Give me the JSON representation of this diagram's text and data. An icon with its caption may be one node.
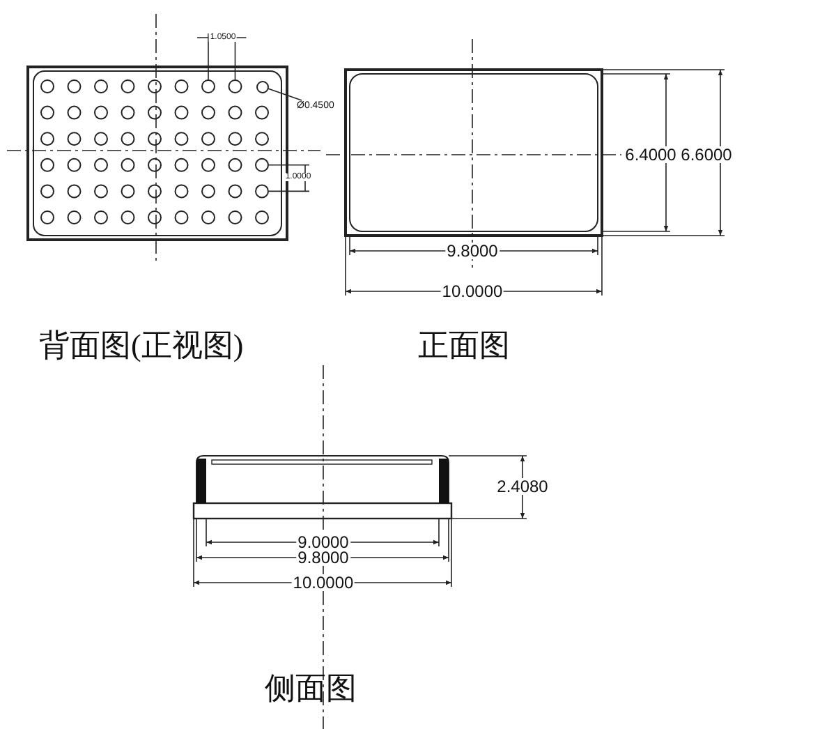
{
  "diagram": {
    "nodes": [
      {
        "text": [
          "Ø0.4500"
        ]
      },
      {
        "text": [],
        "shape": "circle"
      }
    ],
    "edges": [
      {
        "from": 0,
        "to": 1,
        "arrow": "none"
      }
    ],
    "labels": [
      "1.0500",
      "1.0000",
      "6.4000",
      "6.6000",
      "9.8000",
      "10.0000",
      "背面图(正视图)",
      "正面图",
      "2.4080",
      "9.0000",
      "9.8000",
      "10.0000",
      "侧面图"
    ]
  }
}
